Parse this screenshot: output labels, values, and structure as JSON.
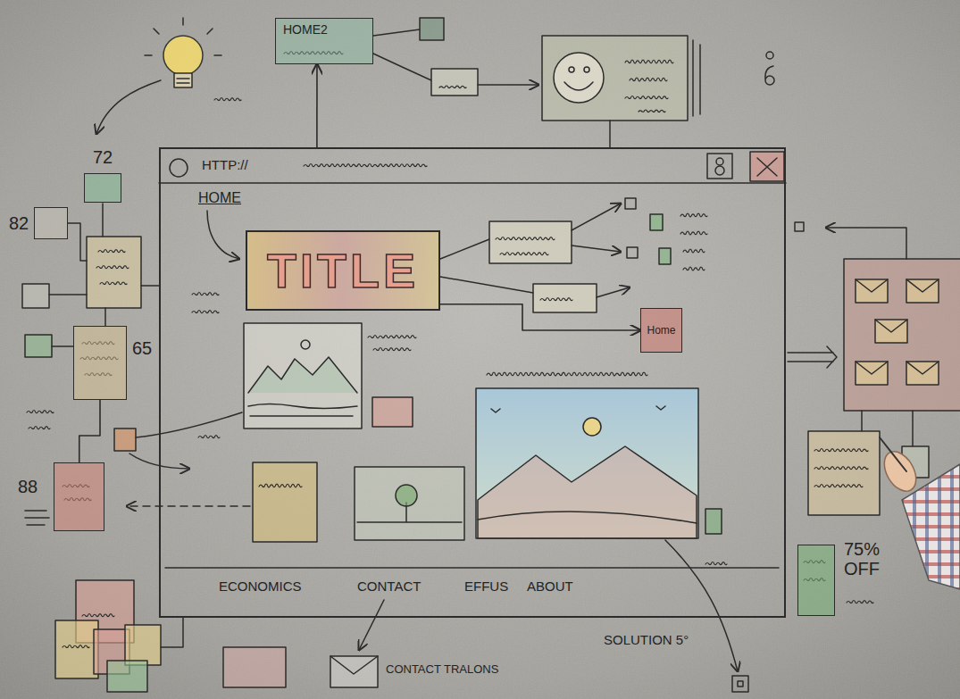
{
  "diagram": {
    "nodes": [
      {
        "text": [
          "HOME2"
        ]
      },
      {
        "text": [
          "HTTP://"
        ]
      },
      {
        "text": [
          "TITLE"
        ],
        "in": 1
      },
      {
        "text": [
          "Home"
        ],
        "in": 1
      },
      {
        "text": [
          "72"
        ]
      },
      {
        "text": [
          "82"
        ]
      },
      {
        "text": [
          "65"
        ]
      },
      {
        "text": [
          "88"
        ]
      },
      {
        "text": [
          "75% OFF"
        ]
      }
    ],
    "edges": [
      {
        "from": 1,
        "to": 0,
        "arrow": "to"
      },
      {
        "from": 2,
        "to": 3,
        "arrow": "to"
      },
      {
        "from": 6,
        "to": 7,
        "arrow": "none"
      }
    ],
    "labels": [
      "HOME",
      "ECONOMICS",
      "CONTACT",
      "EFFUS",
      "ABOUT",
      "CONTACT TRALONS",
      "SOLUTION 5°"
    ]
  }
}
